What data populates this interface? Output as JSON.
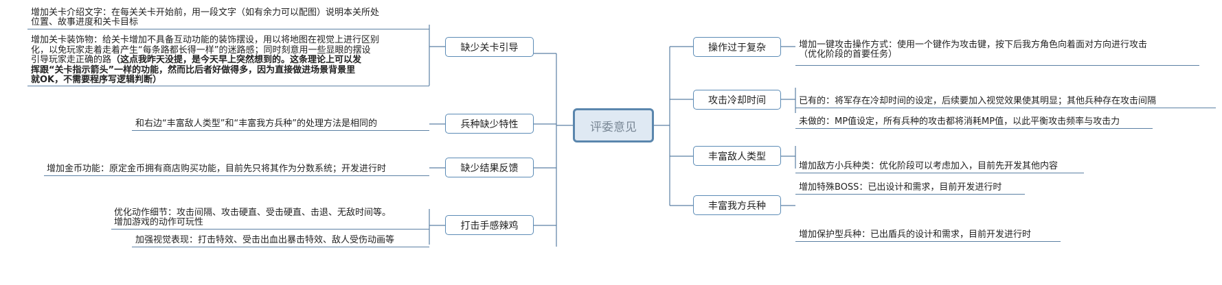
{
  "root": {
    "label": "评委意见"
  },
  "left_branches": [
    {
      "label": "缺少关卡引导",
      "leaves": [
        {
          "lines": [
            "增加关卡介绍文字：在每关关卡开始前，用一段文字（如有余力可以配图）说明本关所处",
            "位置、故事进度和关卡目标"
          ]
        },
        {
          "lines": [
            "增加关卡装饰物：给关卡增加不具备互动功能的装饰摆设，用以将地图在视觉上进行区别",
            "化，以免玩家走着走着产生“每条路都长得一样”的迷路感；同时刻意用一些显眼的摆设"
          ],
          "line3_normal": "引导玩家走正确的路",
          "line3_bold": "（这点我昨天没提，是今天早上突然想到的。这条理论上可以发",
          "bold_lines": [
            "挥跟“关卡指示箭头”一样的功能，然而比后者好做得多，因为直接做进场景背景里",
            "就OK，不需要程序写逻辑判断）"
          ]
        }
      ]
    },
    {
      "label": "兵种缺少特性",
      "leaves": [
        {
          "lines": [
            "和右边“丰富敌人类型”和“丰富我方兵种”的处理方法是相同的"
          ]
        }
      ]
    },
    {
      "label": "缺少结果反馈",
      "leaves": [
        {
          "lines": [
            "增加金币功能：原定金币拥有商店购买功能，目前先只将其作为分数系统；开发进行时"
          ]
        }
      ]
    },
    {
      "label": "打击手感辣鸡",
      "leaves": [
        {
          "lines": [
            "优化动作细节：攻击间隔、攻击硬直、受击硬直、击退、无敌时间等。",
            "增加游戏的动作可玩性"
          ]
        },
        {
          "lines": [
            "加强视觉表现：打击特效、受击出血出暴击特效、敌人受伤动画等"
          ]
        }
      ]
    }
  ],
  "right_branches": [
    {
      "label": "操作过于复杂",
      "leaves": [
        {
          "lines": [
            "增加一键攻击操作方式：使用一个键作为攻击键，按下后我方角色向着面对方向进行攻击",
            "（优化阶段的首要任务）"
          ]
        }
      ]
    },
    {
      "label": "攻击冷却时间",
      "leaves": [
        {
          "lines": [
            "已有的：将军存在冷却时间的设定，后续要加入视觉效果使其明显；其他兵种存在攻击间隔"
          ]
        },
        {
          "lines": [
            "未做的：MP值设定，所有兵种的攻击都将消耗MP值，以此平衡攻击频率与攻击力"
          ]
        }
      ]
    },
    {
      "label": "丰富敌人类型",
      "leaves": [
        {
          "lines": [
            "增加敌方小兵种类：优化阶段可以考虑加入，目前先开发其他内容"
          ]
        },
        {
          "lines": [
            "增加特殊BOSS：已出设计和需求，目前开发进行时"
          ]
        }
      ]
    },
    {
      "label": "丰富我方兵种",
      "leaves": [
        {
          "lines": [
            "增加保护型兵种：已出盾兵的设计和需求，目前开发进行时"
          ]
        }
      ]
    }
  ],
  "colors": {
    "node_border": "#5a8ab5",
    "root_fill": "#dfe9f3",
    "root_border": "#5a86ad",
    "connector": "#5a7fa3"
  }
}
